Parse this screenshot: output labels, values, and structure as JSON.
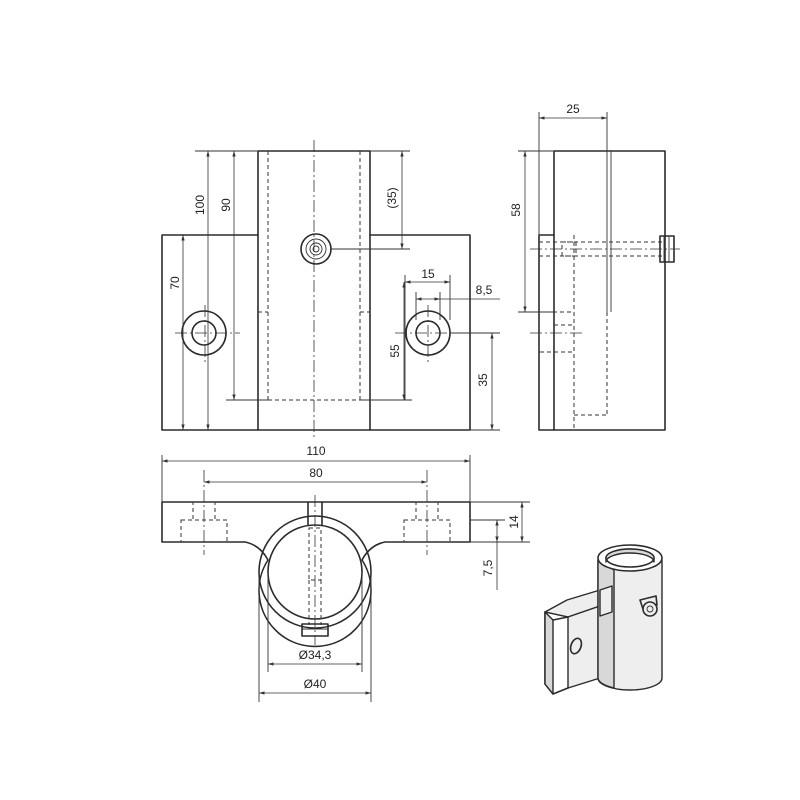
{
  "dimensions": {
    "d100": "100",
    "d90": "90",
    "d70": "70",
    "d35p": "(35)",
    "d15": "15",
    "d8_5": "8,5",
    "d55": "55",
    "d35": "35",
    "d25": "25",
    "d58": "58",
    "d110": "110",
    "d80": "80",
    "d14": "14",
    "d7_5": "7,5",
    "dia34_3": "Ø34,3",
    "dia40": "Ø40"
  },
  "colors": {
    "line": "#2b2b2b",
    "background": "#ffffff"
  }
}
